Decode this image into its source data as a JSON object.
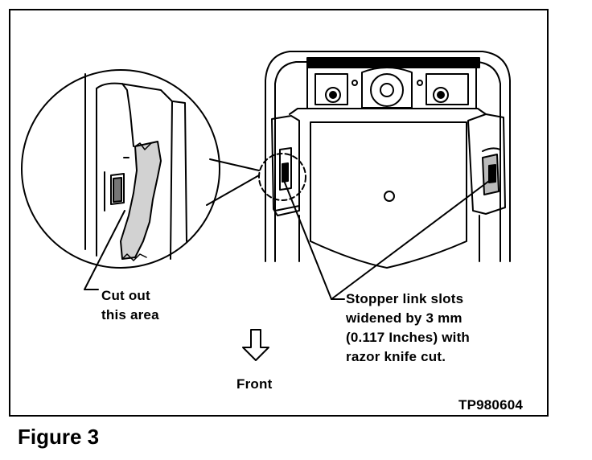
{
  "labels": {
    "cutout_line1": "Cut out",
    "cutout_line2": "this area",
    "stopper_line1": "Stopper link slots",
    "stopper_line2": "widened by 3 mm",
    "stopper_line3": "(0.117 Inches) with",
    "stopper_line4": "razor knife cut.",
    "front": "Front",
    "figure_code": "TP980604"
  },
  "caption": "Figure 3"
}
